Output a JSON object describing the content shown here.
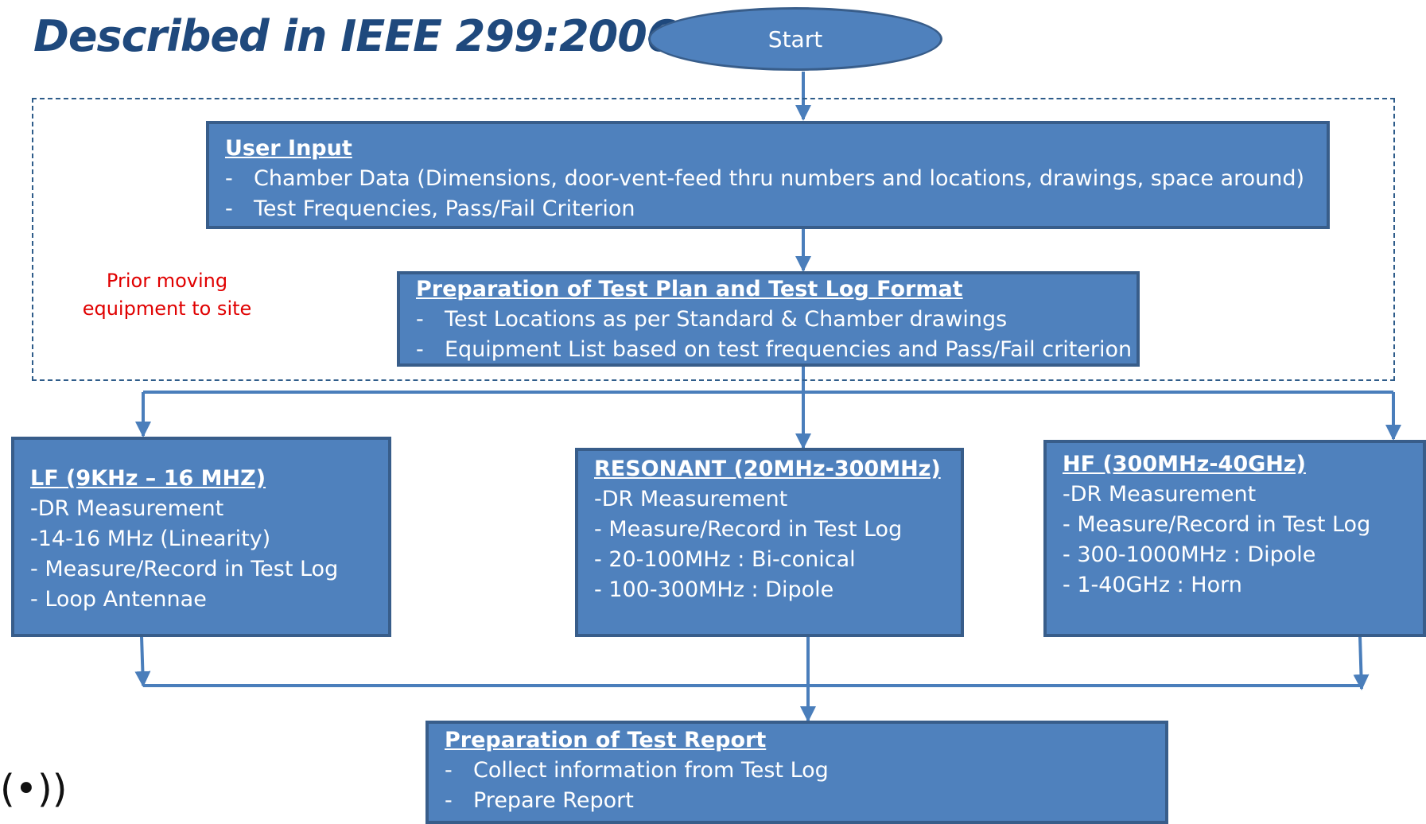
{
  "title": "Described in IEEE 299:2006",
  "start": "Start",
  "side_note": [
    "Prior moving",
    "equipment to site"
  ],
  "user_input": {
    "heading": "User Input",
    "items": [
      "Chamber Data (Dimensions, door-vent-feed thru numbers and locations, drawings, space around)",
      "Test Frequencies, Pass/Fail Criterion"
    ]
  },
  "test_plan": {
    "heading": "Preparation of Test Plan and Test Log Format",
    "items": [
      "Test Locations as per Standard & Chamber drawings",
      "Equipment List based on test frequencies and Pass/Fail criterion"
    ]
  },
  "lf": {
    "heading": "LF (9KHz – 16 MHZ)",
    "items": [
      "-DR Measurement",
      "-14-16 MHz (Linearity)",
      "- Measure/Record in Test Log",
      "- Loop Antennae"
    ]
  },
  "resonant": {
    "heading": "RESONANT (20MHz-300MHz)",
    "items": [
      "-DR Measurement",
      "- Measure/Record in Test Log",
      "- 20-100MHz : Bi-conical",
      "- 100-300MHz : Dipole"
    ]
  },
  "hf": {
    "heading": "HF (300MHz-40GHz)",
    "items": [
      "-DR Measurement",
      "- Measure/Record in Test Log",
      "- 300-1000MHz : Dipole",
      "- 1-40GHz : Horn"
    ]
  },
  "report": {
    "heading": "Preparation of Test Report",
    "items": [
      "Collect information from Test Log",
      "Prepare Report"
    ]
  },
  "colors": {
    "box_fill": "#4F81BD",
    "box_border": "#385D8A",
    "title": "#1F497D",
    "note": "#E00000",
    "connector": "#4A7EBB"
  },
  "icons": [
    "wireless-signal-icon"
  ]
}
